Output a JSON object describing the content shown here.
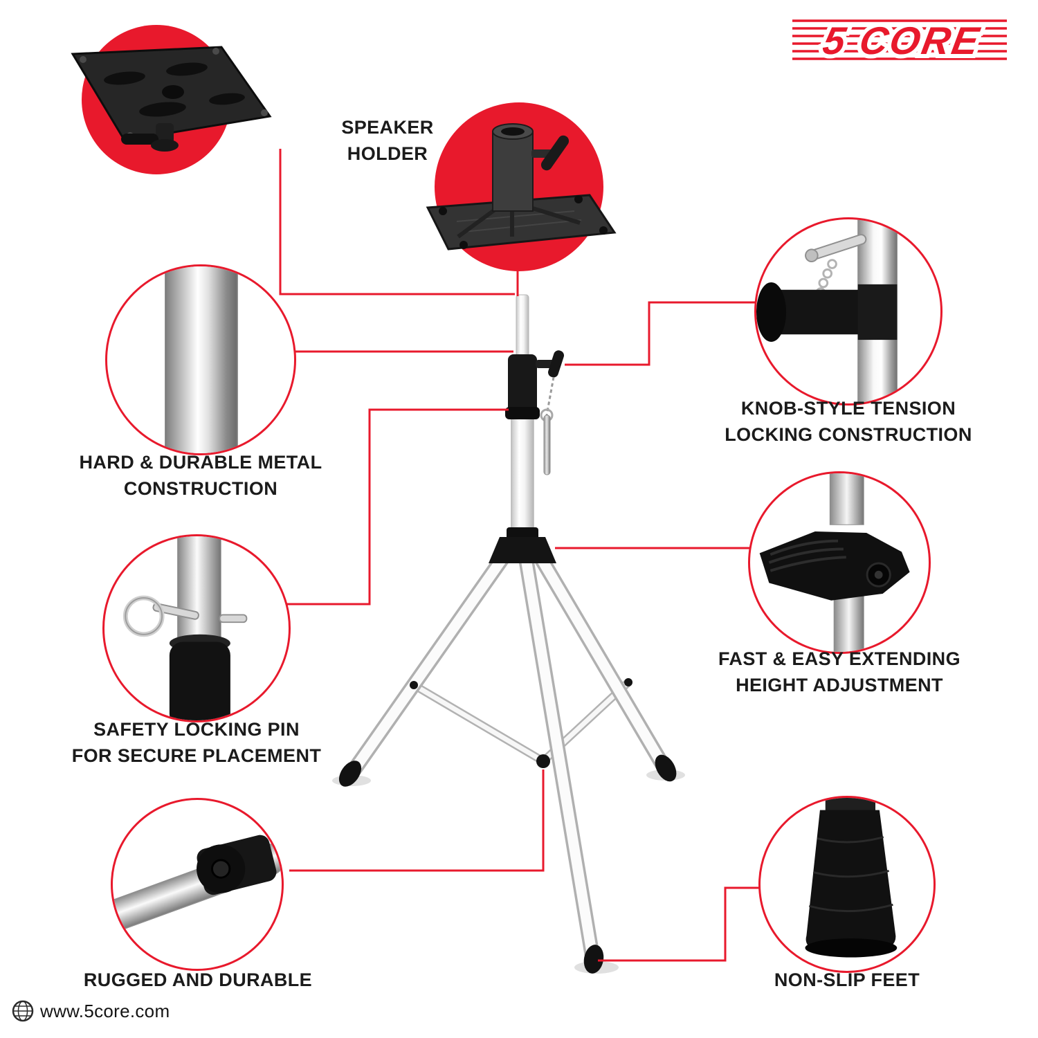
{
  "brand": {
    "logo": "5 CORE",
    "website": "www.5core.com"
  },
  "colors": {
    "accent_red": "#e8192c",
    "text_dark": "#1b1b1b",
    "stand_white": "#ffffff",
    "hardware_black": "#141414"
  },
  "callouts": {
    "speaker_holder": {
      "label": "SPEAKER\nHOLDER"
    },
    "metal_construction": {
      "label": "HARD & DURABLE METAL\nCONSTRUCTION"
    },
    "safety_pin": {
      "label": "SAFETY LOCKING PIN\nFOR SECURE PLACEMENT"
    },
    "rugged": {
      "label": "RUGGED AND DURABLE"
    },
    "knob_lock": {
      "label": "KNOB-STYLE TENSION\nLOCKING CONSTRUCTION"
    },
    "height_adjust": {
      "label": "FAST & EASY EXTENDING\nHEIGHT ADJUSTMENT"
    },
    "non_slip_feet": {
      "label": "NON-SLIP FEET"
    }
  }
}
